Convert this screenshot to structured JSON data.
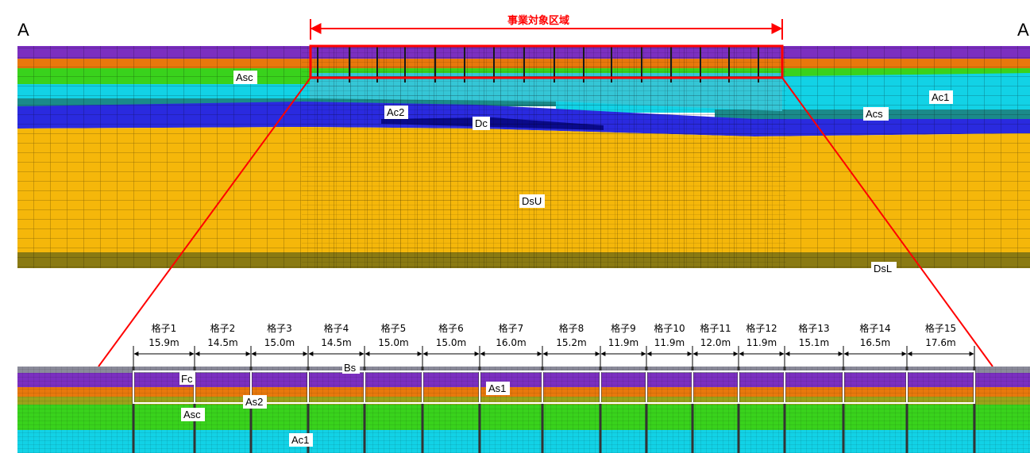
{
  "section": {
    "left_marker": "A",
    "right_marker": "A",
    "project_area_label": "事業対象区域"
  },
  "top_section_labels": {
    "asc": "Asc",
    "ac2": "Ac2",
    "dc": "Dc",
    "ac1": "Ac1",
    "acs": "Acs",
    "dsu": "DsU",
    "dsl": "DsL"
  },
  "detail_labels": {
    "fc": "Fc",
    "bs": "Bs",
    "as1": "As1",
    "as2": "As2",
    "asc": "Asc",
    "ac1": "Ac1"
  },
  "grids": [
    {
      "name": "格子1",
      "width": "15.9m"
    },
    {
      "name": "格子2",
      "width": "14.5m"
    },
    {
      "name": "格子3",
      "width": "15.0m"
    },
    {
      "name": "格子4",
      "width": "14.5m"
    },
    {
      "name": "格子5",
      "width": "15.0m"
    },
    {
      "name": "格子6",
      "width": "15.0m"
    },
    {
      "name": "格子7",
      "width": "16.0m"
    },
    {
      "name": "格子8",
      "width": "15.2m"
    },
    {
      "name": "格子9",
      "width": "11.9m"
    },
    {
      "name": "格子10",
      "width": "11.9m"
    },
    {
      "name": "格子11",
      "width": "12.0m"
    },
    {
      "name": "格子12",
      "width": "11.9m"
    },
    {
      "name": "格子13",
      "width": "15.1m"
    },
    {
      "name": "格子14",
      "width": "16.5m"
    },
    {
      "name": "格子15",
      "width": "17.6m"
    }
  ],
  "colors": {
    "purple": "#7b2fc0",
    "orange": "#e8780c",
    "green": "#39d21c",
    "light_green": "#66e05a",
    "cyan": "#12d2e6",
    "teal": "#1a8a8a",
    "blue": "#2a2adf",
    "dark_blue": "#0a0a8a",
    "gold": "#f5b70a",
    "olive": "#8a7a12",
    "highlight_red": "#ff0000"
  }
}
